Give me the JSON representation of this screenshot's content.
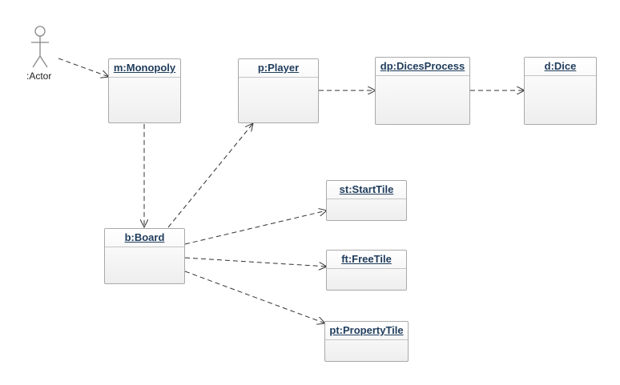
{
  "actor": {
    "label": ":Actor"
  },
  "objects": {
    "monopoly": "m:Monopoly",
    "player": "p:Player",
    "dices_process": "dp:DicesProcess",
    "dice": "d:Dice",
    "board": "b:Board",
    "start_tile": "st:StartTile",
    "free_tile": "ft:FreeTile",
    "property_tile": "pt:PropertyTile"
  },
  "colors": {
    "border": "#a9a9a9",
    "title_text": "#1f3c5c",
    "line": "#333333"
  }
}
